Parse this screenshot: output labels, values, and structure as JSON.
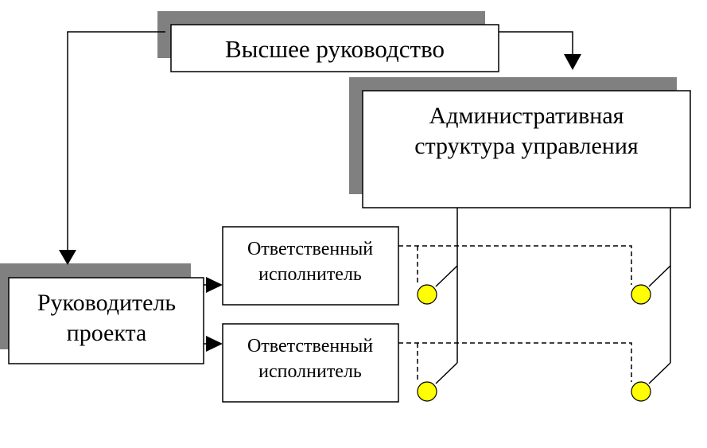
{
  "top_management": {
    "label": "Высшее руководство"
  },
  "admin_structure": {
    "line1": "Административная",
    "line2": "структура управления"
  },
  "project_manager": {
    "line1": "Руководитель",
    "line2": "проекта"
  },
  "executor_1": {
    "line1": "Ответственный",
    "line2": "исполнитель"
  },
  "executor_2": {
    "line1": "Ответственный",
    "line2": "исполнитель"
  },
  "colors": {
    "shadow": "#808080",
    "node": "#ffff00",
    "stroke": "#000000"
  }
}
